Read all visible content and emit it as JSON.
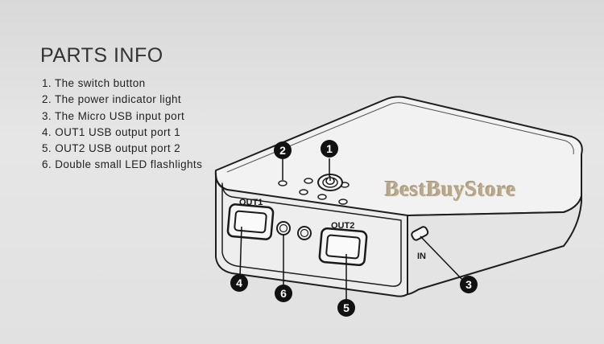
{
  "heading": "PARTS INFO",
  "parts": [
    "1. The switch button",
    "2. The power indicator light",
    "3. The Micro USB input port",
    "4. OUT1 USB output port 1",
    "5. OUT2 USB output port 2",
    "6. Double small LED flashlights"
  ],
  "device_labels": {
    "out1": "OUT1",
    "out2": "OUT2",
    "in": "IN"
  },
  "callouts": [
    "1",
    "2",
    "3",
    "4",
    "5",
    "6"
  ],
  "watermark": "BestBuyStore"
}
